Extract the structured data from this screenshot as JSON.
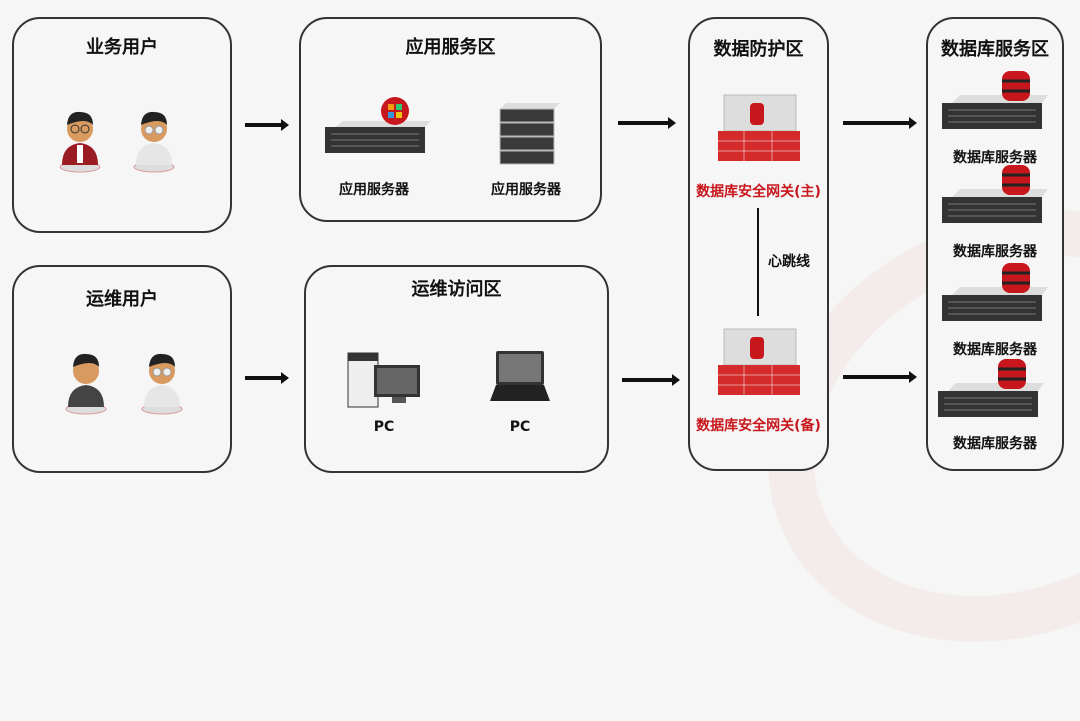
{
  "zones": {
    "biz_users": {
      "title": "业务用户"
    },
    "app_zone": {
      "title": "应用服务区",
      "items": [
        {
          "label": "应用服务器"
        },
        {
          "label": "应用服务器"
        }
      ]
    },
    "ops_users": {
      "title": "运维用户"
    },
    "ops_access": {
      "title": "运维访问区",
      "items": [
        {
          "label": "PC"
        },
        {
          "label": "PC"
        }
      ]
    },
    "protect": {
      "title": "数据防护区",
      "primary": "数据库安全网关(主)",
      "backup": "数据库安全网关(备)",
      "heartbeat": "心跳线"
    },
    "db_zone": {
      "title": "数据库服务区",
      "items": [
        {
          "label": "数据库服务器"
        },
        {
          "label": "数据库服务器"
        },
        {
          "label": "数据库服务器"
        },
        {
          "label": "数据库服务器"
        }
      ]
    }
  },
  "colors": {
    "accent_red": "#c8161d",
    "border": "#333333",
    "background": "#f6f6f6"
  }
}
